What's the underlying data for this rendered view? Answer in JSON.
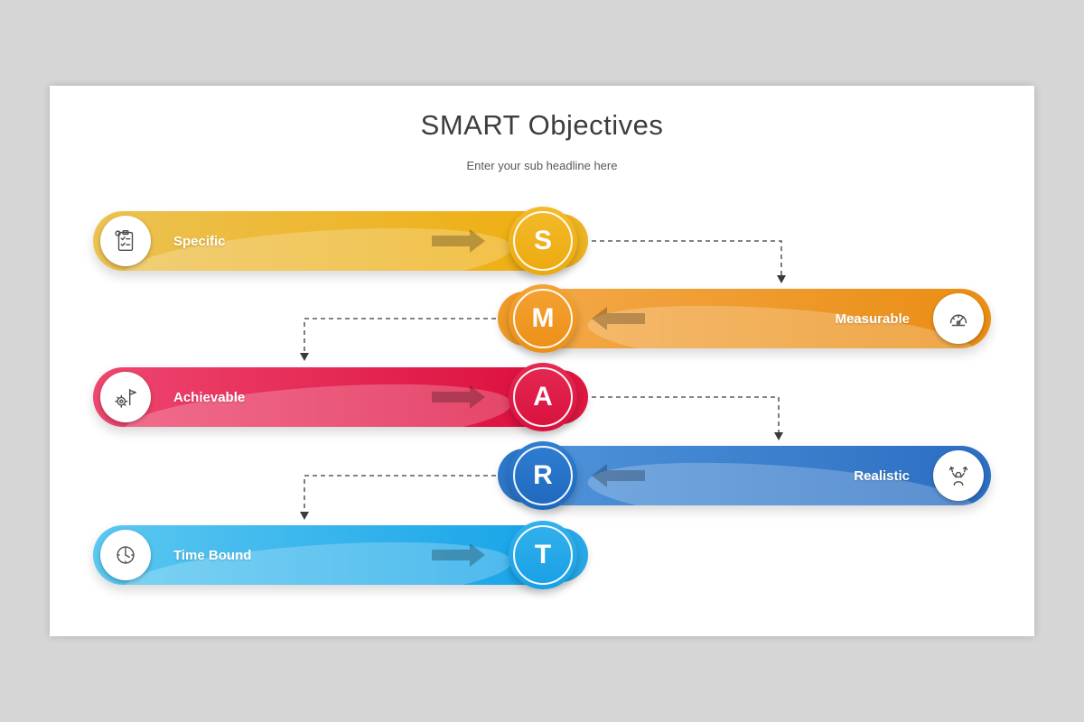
{
  "header": {
    "title": "SMART Objectives",
    "subtitle": "Enter your sub headline here"
  },
  "items": [
    {
      "letter": "S",
      "label": "Specific",
      "side": "left",
      "icon": "checklist-icon",
      "bar_color": "#EFAE10",
      "circle_color": "#F1B11A"
    },
    {
      "letter": "M",
      "label": "Measurable",
      "side": "right",
      "icon": "gauge-icon",
      "bar_color": "#EA8D13",
      "circle_color": "#F09B25"
    },
    {
      "letter": "A",
      "label": "Achievable",
      "side": "left",
      "icon": "gear-flag-icon",
      "bar_color": "#DC0E3C",
      "circle_color": "#DD1B44"
    },
    {
      "letter": "R",
      "label": "Realistic",
      "side": "right",
      "icon": "person-success-icon",
      "bar_color": "#2B6EC2",
      "circle_color": "#2273C8"
    },
    {
      "letter": "T",
      "label": "Time Bound",
      "side": "left",
      "icon": "clock-icon",
      "bar_color": "#16A3E8",
      "circle_color": "#28A8E8"
    }
  ]
}
